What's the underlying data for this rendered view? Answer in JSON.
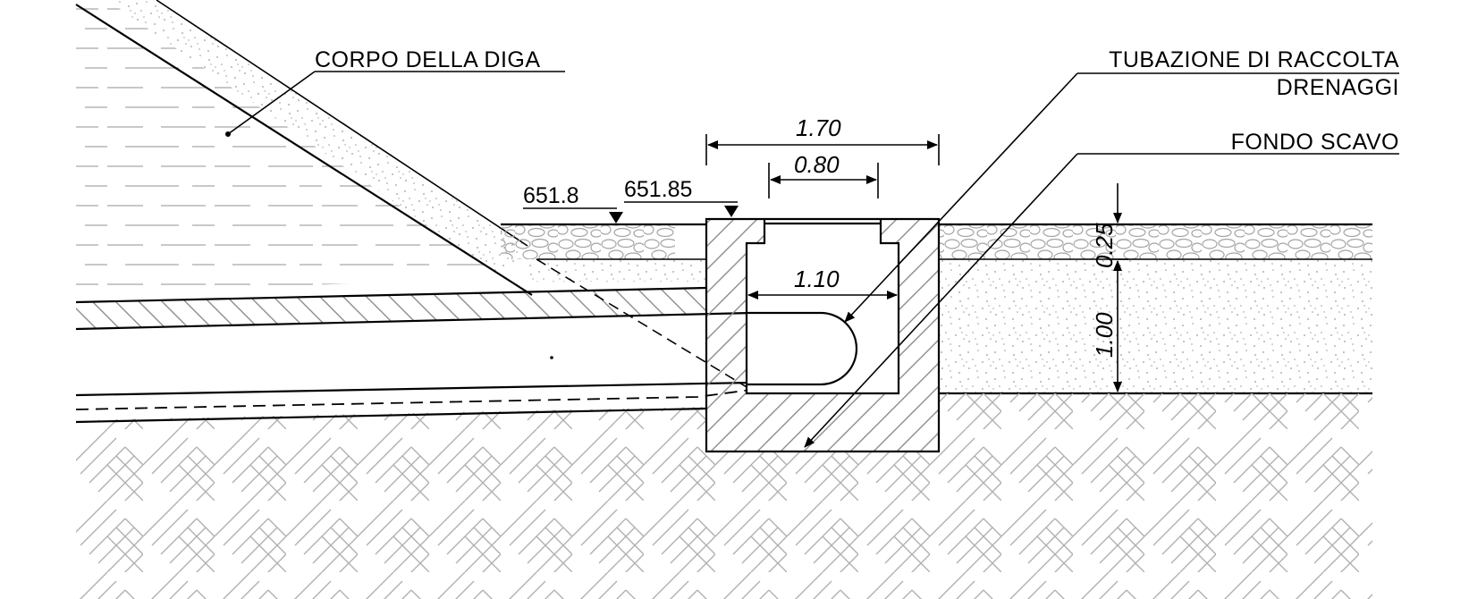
{
  "labels": {
    "dam_body": "CORPO DELLA DIGA",
    "drain_pipe_line1": "TUBAZIONE DI RACCOLTA",
    "drain_pipe_line2": "DRENAGGI",
    "excavation_bottom": "FONDO SCAVO"
  },
  "elevations": {
    "left": "651.8",
    "right": "651.85"
  },
  "dimensions": {
    "outer_width": "1.70",
    "inner_top_width": "0.80",
    "inner_width": "1.10",
    "gravel_thickness": "0.25",
    "sand_thickness": "1.00"
  },
  "colors": {
    "line": "#000000",
    "hatch": "#9a9a9a",
    "fill_hatch": "#c8c8c8"
  }
}
